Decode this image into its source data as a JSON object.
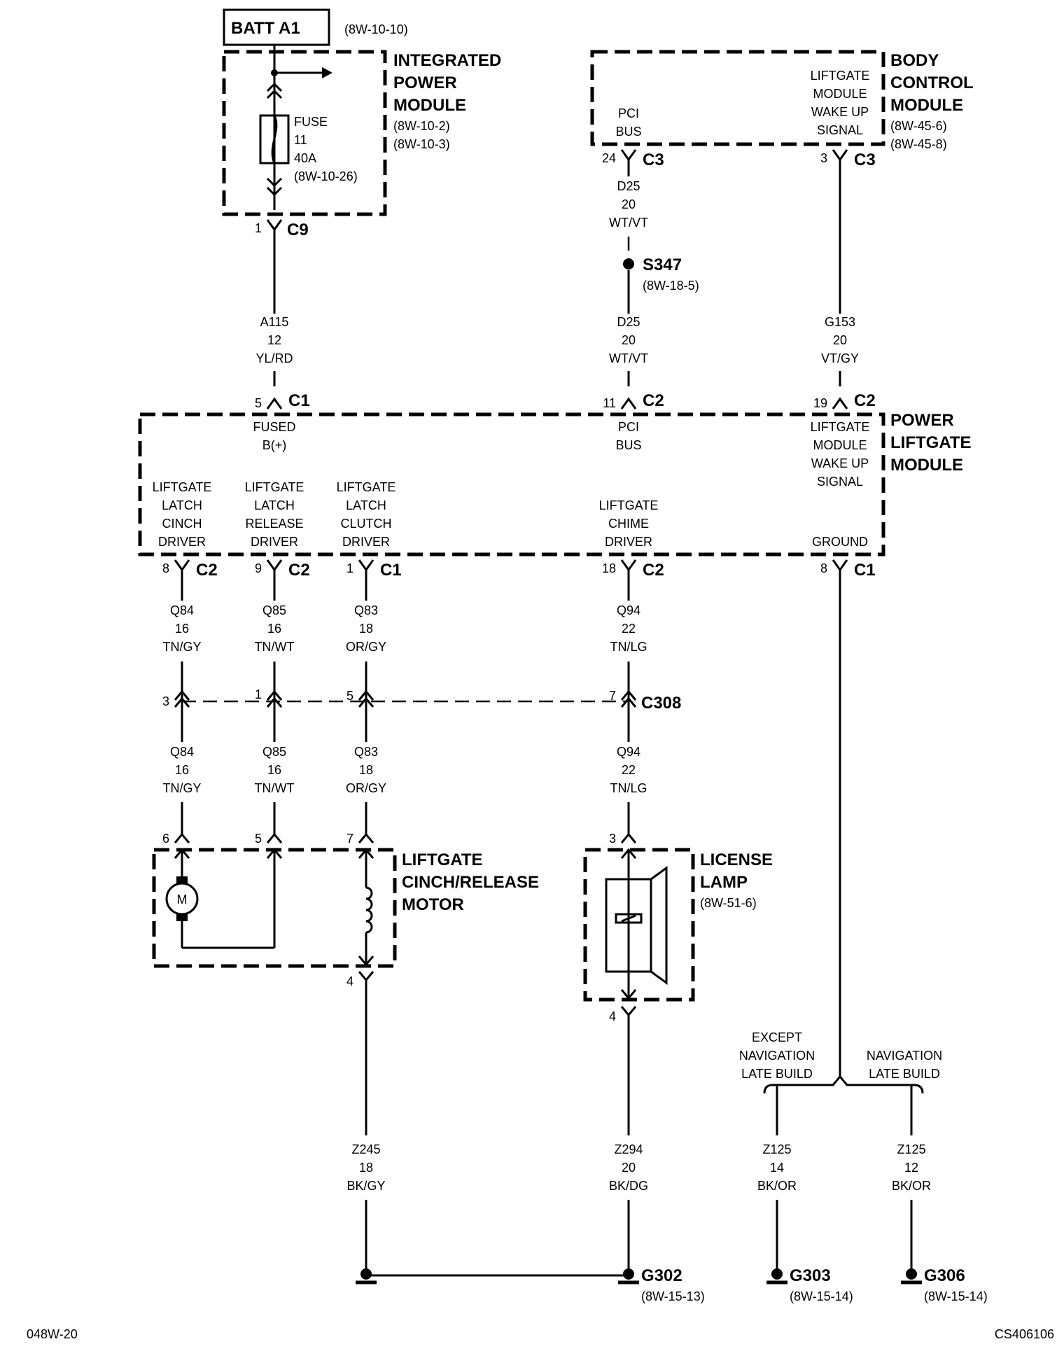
{
  "batt": {
    "label": "BATT A1",
    "ref": "(8W-10-10)"
  },
  "ipm": {
    "name": [
      "INTEGRATED",
      "POWER",
      "MODULE"
    ],
    "refs": [
      "(8W-10-2)",
      "(8W-10-3)"
    ],
    "fuse": [
      "FUSE",
      "11",
      "40A",
      "(8W-10-26)"
    ],
    "pin": "1",
    "conn": "C9"
  },
  "bcm": {
    "name": [
      "BODY",
      "CONTROL",
      "MODULE"
    ],
    "refs": [
      "(8W-45-6)",
      "(8W-45-8)"
    ],
    "pci": [
      "PCI",
      "BUS"
    ],
    "wake": [
      "LIFTGATE",
      "MODULE",
      "WAKE UP",
      "SIGNAL"
    ],
    "pin_pci": "24",
    "pin_wake": "3",
    "conn": "C3"
  },
  "wires_upper": {
    "d25_top": [
      "D25",
      "20",
      "WT/VT"
    ],
    "d25_bot": [
      "D25",
      "20",
      "WT/VT"
    ],
    "a115": [
      "A115",
      "12",
      "YL/RD"
    ],
    "g153": [
      "G153",
      "20",
      "VT/GY"
    ]
  },
  "splice": {
    "id": "S347",
    "ref": "(8W-18-5)"
  },
  "plm": {
    "name": [
      "POWER",
      "LIFTGATE",
      "MODULE"
    ],
    "fused": [
      "FUSED",
      "B(+)"
    ],
    "pci": [
      "PCI",
      "BUS"
    ],
    "wake": [
      "LIFTGATE",
      "MODULE",
      "WAKE UP",
      "SIGNAL"
    ],
    "cinch": [
      "LIFTGATE",
      "LATCH",
      "CINCH",
      "DRIVER"
    ],
    "release": [
      "LIFTGATE",
      "LATCH",
      "RELEASE",
      "DRIVER"
    ],
    "clutch": [
      "LIFTGATE",
      "LATCH",
      "CLUTCH",
      "DRIVER"
    ],
    "chime": [
      "LIFTGATE",
      "CHIME",
      "DRIVER"
    ],
    "ground": "GROUND",
    "pins_top": [
      {
        "pin": "5",
        "conn": "C1"
      },
      {
        "pin": "11",
        "conn": "C2"
      },
      {
        "pin": "19",
        "conn": "C2"
      }
    ],
    "pins_bottom": [
      {
        "pin": "8",
        "conn": "C2"
      },
      {
        "pin": "9",
        "conn": "C2"
      },
      {
        "pin": "1",
        "conn": "C1"
      },
      {
        "pin": "18",
        "conn": "C2"
      },
      {
        "pin": "8",
        "conn": "C1"
      }
    ]
  },
  "wires_mid": {
    "q84": [
      "Q84",
      "16",
      "TN/GY"
    ],
    "q85": [
      "Q85",
      "16",
      "TN/WT"
    ],
    "q83": [
      "Q83",
      "18",
      "OR/GY"
    ],
    "q94": [
      "Q94",
      "22",
      "TN/LG"
    ]
  },
  "c308": {
    "conn": "C308",
    "pins": [
      "3",
      "1",
      "5",
      "7"
    ]
  },
  "wires_low": {
    "q84": [
      "Q84",
      "16",
      "TN/GY"
    ],
    "q85": [
      "Q85",
      "16",
      "TN/WT"
    ],
    "q83": [
      "Q83",
      "18",
      "OR/GY"
    ],
    "q94": [
      "Q94",
      "22",
      "TN/LG"
    ]
  },
  "motor": {
    "name": [
      "LIFTGATE",
      "CINCH/RELEASE",
      "MOTOR"
    ],
    "symbol": "M",
    "pins": [
      "6",
      "5",
      "7",
      "4"
    ]
  },
  "lamp": {
    "name": [
      "LICENSE",
      "LAMP"
    ],
    "ref": "(8W-51-6)",
    "pins": [
      "3",
      "4"
    ]
  },
  "options": {
    "except": [
      "EXCEPT",
      "NAVIGATION",
      "LATE BUILD"
    ],
    "nav": [
      "NAVIGATION",
      "LATE BUILD"
    ]
  },
  "grounds_wires": {
    "z245": [
      "Z245",
      "18",
      "BK/GY"
    ],
    "z294": [
      "Z294",
      "20",
      "BK/DG"
    ],
    "z125a": [
      "Z125",
      "14",
      "BK/OR"
    ],
    "z125b": [
      "Z125",
      "12",
      "BK/OR"
    ]
  },
  "grounds": [
    {
      "id": "G302",
      "ref": "(8W-15-13)"
    },
    {
      "id": "G303",
      "ref": "(8W-15-14)"
    },
    {
      "id": "G306",
      "ref": "(8W-15-14)"
    }
  ],
  "footer": {
    "left": "048W-20",
    "right": "CS406106"
  }
}
